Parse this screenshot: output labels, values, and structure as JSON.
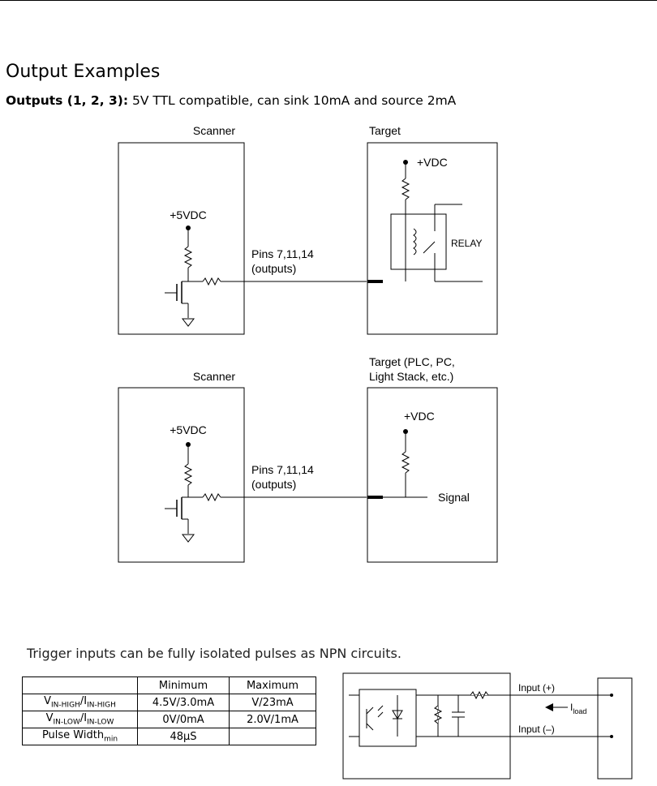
{
  "heading": "Output Examples",
  "outputs_label": "Outputs (1, 2, 3):",
  "outputs_text": " 5V TTL compatible, can sink 10mA and source 2mA",
  "diagram1": {
    "scanner_label": "Scanner",
    "target_label": "Target",
    "supply_label": "+5VDC",
    "pins_label": "Pins 7,11,14",
    "outputs_label": "(outputs)",
    "vdc_label": "+VDC",
    "relay_label": "RELAY"
  },
  "diagram2": {
    "scanner_label": "Scanner",
    "target_label_line1": "Target (PLC, PC,",
    "target_label_line2": "Light Stack, etc.)",
    "supply_label": "+5VDC",
    "pins_label": "Pins 7,11,14",
    "outputs_label": "(outputs)",
    "vdc_label": "+VDC",
    "signal_label": "Signal"
  },
  "trigger_text": "Trigger inputs can be fully isolated pulses as NPN circuits.",
  "table": {
    "headers": [
      "",
      "Minimum",
      "Maximum"
    ],
    "rows": [
      {
        "label_main": "V",
        "label_sub": "IN-HIGH",
        "label_sep": "/I",
        "label_sub2": "IN-HIGH",
        "min": "4.5V/3.0mA",
        "max": "V/23mA"
      },
      {
        "label_main": "V",
        "label_sub": "IN-LOW",
        "label_sep": "/I",
        "label_sub2": "IN-LOW",
        "min": "0V/0mA",
        "max": "2.0V/1mA"
      },
      {
        "label_main": "Pulse Width",
        "label_sub": "min",
        "min": "48µS",
        "max": ""
      }
    ]
  },
  "diagram3": {
    "input_plus": "Input (+)",
    "input_minus": "Input  (–)",
    "iload_main": "I",
    "iload_sub": "load"
  }
}
